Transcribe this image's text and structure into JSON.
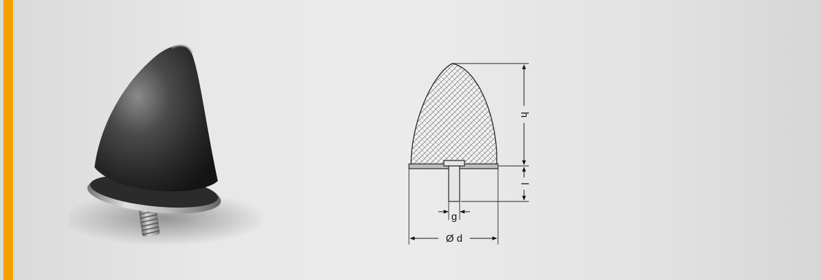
{
  "drawing": {
    "labels": {
      "height": "h",
      "stud_length": "l",
      "thread": "g",
      "diameter": "Ø d"
    }
  },
  "colors": {
    "accent": "#f5a000",
    "background": "#e6e6e6",
    "rubber": "#2a2a2a"
  }
}
